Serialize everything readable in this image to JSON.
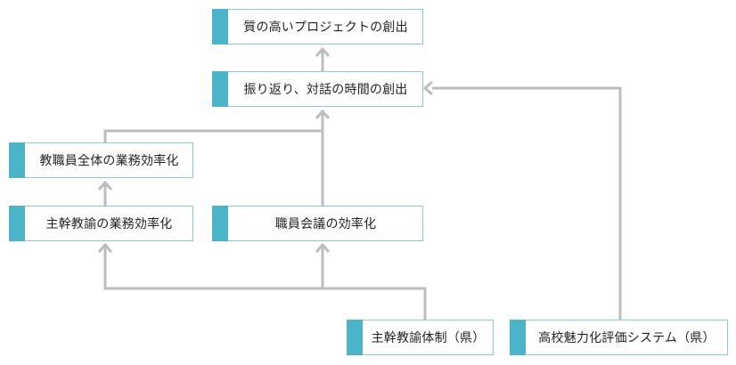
{
  "nodes": {
    "goal": "質の高いプロジェクトの創出",
    "reflection": "振り返り、対話の時間の創出",
    "staff_efficiency": "教職員全体の業務効率化",
    "chief_efficiency": "主幹教諭の業務効率化",
    "meeting_efficiency": "職員会議の効率化",
    "chief_system": "主幹教諭体制（県）",
    "evaluation_system": "高校魅力化評価システム（県）"
  },
  "colors": {
    "accent": "#4bb4c8",
    "border": "#8ec9d3",
    "connector": "#bdbdbd",
    "text": "#222222"
  }
}
